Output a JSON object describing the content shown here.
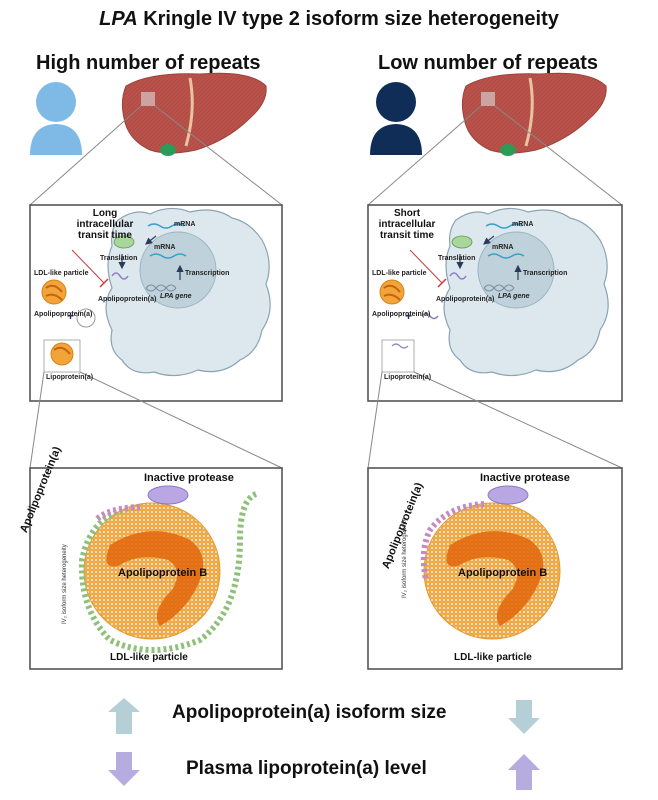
{
  "title": {
    "italic": "LPA",
    "rest": " Kringle IV type 2 isoform size heterogeneity"
  },
  "columns": [
    {
      "header": "High number of repeats",
      "person_color": "#7fb9e6",
      "transit_text": [
        "Long",
        "intracellular",
        "transit time"
      ],
      "cell_labels": {
        "mrna_top": "mRNA",
        "mrna_mid": "mRNA",
        "translation": "Translation",
        "transcription": "Transcription",
        "gene": "LPA gene",
        "ldl_particle": "LDL-like particle",
        "apo_a_cell": "Apolipoprotein(a)",
        "apo_a_out": "Apolipoprotein(a)",
        "lipoprotein": "Lipoprotein(a)"
      },
      "detail_labels": {
        "inactive_protease": "Inactive protease",
        "apolipoprotein_a": "Apolipoprotein(a)",
        "apolipoprotein_b": "Apolipoprotein B",
        "ldl_particle": "LDL-like particle",
        "heterogeneity": "IV₂ isoform size heterogeneity"
      }
    },
    {
      "header": "Low number of repeats",
      "person_color": "#0f2d57",
      "transit_text": [
        "Short",
        "intracellular",
        "transit time"
      ],
      "cell_labels": {
        "mrna_top": "mRNA",
        "mrna_mid": "mRNA",
        "translation": "Translation",
        "transcription": "Transcription",
        "gene": "LPA gene",
        "ldl_particle": "LDL-like particle",
        "apo_a_cell": "Apolipoprotein(a)",
        "apo_a_out": "Apolipoprotein(a)",
        "lipoprotein": "Lipoprotein(a)"
      },
      "detail_labels": {
        "inactive_protease": "Inactive protease",
        "apolipoprotein_a": "Apolipoprotein(a)",
        "apolipoprotein_b": "Apolipoprotein B",
        "ldl_particle": "LDL-like particle",
        "heterogeneity": "IV₂ isoform size heterogeneity"
      }
    }
  ],
  "legend": {
    "row1": "Apolipoprotein(a) isoform size",
    "row2": "Plasma lipoprotein(a) level"
  },
  "colors": {
    "arrow_blue": "#b4cfd6",
    "arrow_purple": "#b7ace0",
    "liver": "#b9524a",
    "cell_fill": "#dde8ee",
    "nucleus": "#bfd1da",
    "particle": "#f2a33a",
    "apob": "#e36a10",
    "protease": "#b9a7e4"
  }
}
